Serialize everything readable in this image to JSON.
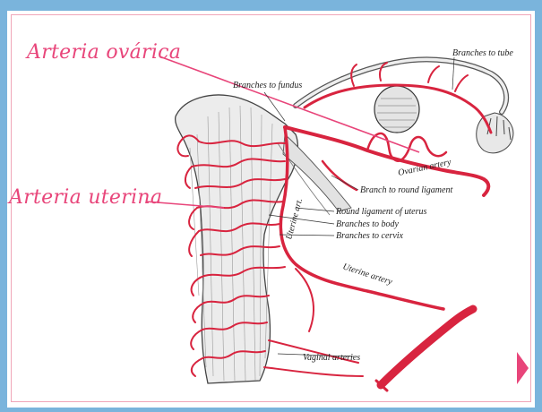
{
  "callouts": {
    "ovarian": "Arteria ovárica",
    "uterine": "Arteria uterina"
  },
  "labels": {
    "branches_to_tube": "Branches to tube",
    "branches_to_fundus": "Branches to fundus",
    "ovarian_artery": "Ovarian artery",
    "branch_to_round_ligament": "Branch to round ligament",
    "round_ligament_of_uterus": "Round ligament of uterus",
    "branches_to_body": "Branches to body",
    "branches_to_cervix": "Branches to cervix",
    "uterine_art": "Uterine art.",
    "uterine_artery": "Uterine artery",
    "vaginal_arteries": "Vaginal arteries"
  },
  "colors": {
    "accent": "#e8457a",
    "artery": "#d8243f",
    "background": "#7ab4dc",
    "frame": "#f0a6b8",
    "tissue_line": "#555555"
  }
}
